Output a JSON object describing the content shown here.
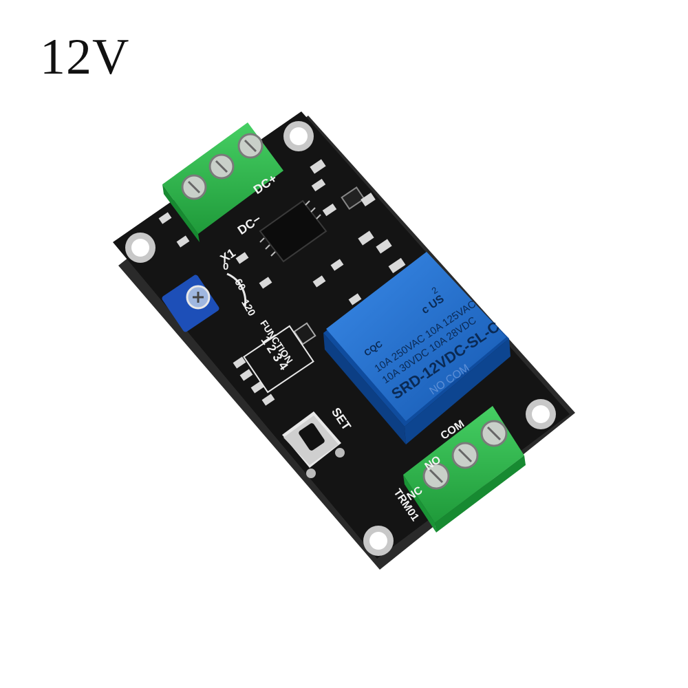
{
  "image": {
    "voltage_label": "12V"
  },
  "board": {
    "colors": {
      "pcb": "#141414",
      "terminal": "#2db54a",
      "relay": "#1f6fd1",
      "potentiometer": "#1d4fb8"
    },
    "input_terminal": {
      "label_x1": "X1",
      "label_dc_minus": "DC−",
      "label_dc_plus": "DC+"
    },
    "potentiometer": {
      "tick_0": "0",
      "tick_60": "60",
      "tick_120": "120"
    },
    "function_block": {
      "title": "FUNCTION",
      "numbers": "1 2 3 4"
    },
    "set_button": {
      "label": "SET"
    },
    "relay": {
      "model": "SRD-12VDC-SL-C",
      "rating_line1": "10A 250VAC  10A 125VAC",
      "rating_line2": "10A 30VDC  10A 28VDC",
      "cert_ul": "c US",
      "cert_cqc": "CQC",
      "cert_number": "2",
      "faint_text": "NO COM"
    },
    "output_terminal": {
      "label_nc": "NC",
      "label_no": "NO",
      "label_com": "COM",
      "model_label": "TRM01"
    }
  }
}
